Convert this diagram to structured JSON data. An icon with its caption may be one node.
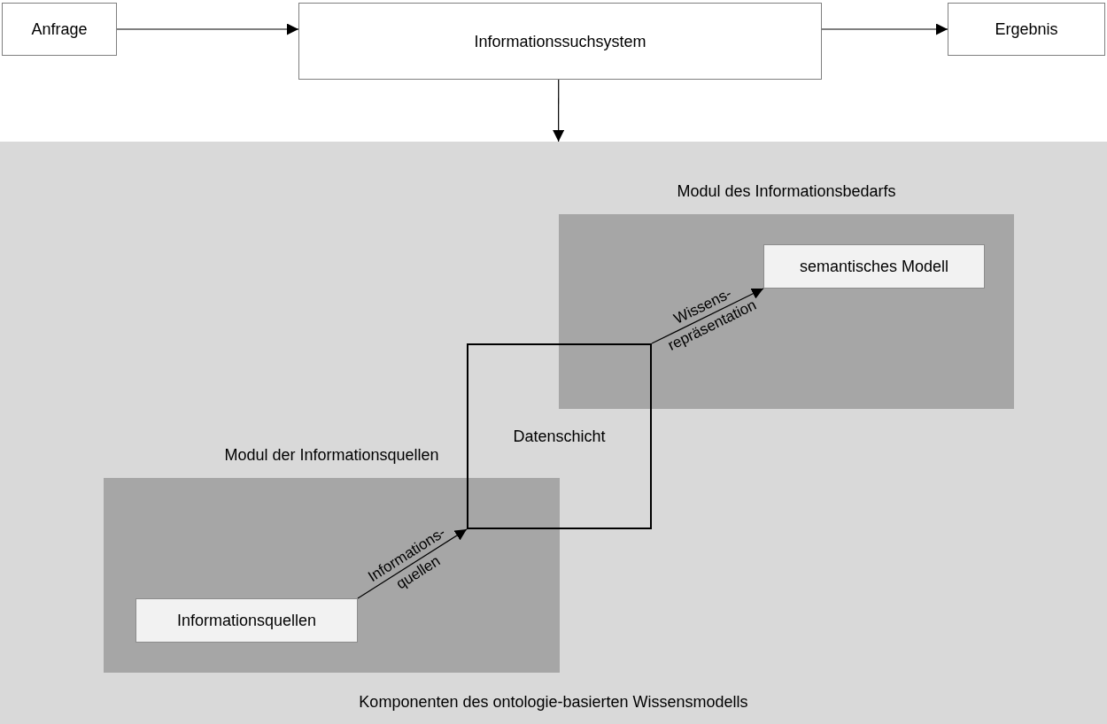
{
  "diagram": {
    "nodes": [
      {
        "text": [
          "Anfrage"
        ]
      },
      {
        "text": [
          "Informationssuchsystem"
        ]
      },
      {
        "text": [
          "Ergebnis"
        ]
      },
      {
        "text": [
          "Komponenten des ontologie-basierten Wissensmodells"
        ]
      },
      {
        "text": [
          "Modul des Informationsbedarfs"
        ],
        "in": 3
      },
      {
        "text": [
          "semantisches Modell"
        ],
        "in": 4
      },
      {
        "text": [
          "Datenschicht"
        ],
        "in": 3
      },
      {
        "text": [
          "Modul der Informationsquellen"
        ],
        "in": 3
      },
      {
        "text": [
          "Informationsquellen"
        ],
        "in": 7
      }
    ],
    "edges": [
      {
        "from": 0,
        "to": 1,
        "arrow": "to"
      },
      {
        "from": 1,
        "to": 2,
        "arrow": "to"
      },
      {
        "from": 1,
        "to": 3,
        "arrow": "to"
      },
      {
        "from": 8,
        "to": 6,
        "arrow": "to",
        "label": "Informations- quellen"
      },
      {
        "from": 6,
        "to": 5,
        "arrow": "to",
        "label": "Wissens- repräsentation"
      }
    ]
  }
}
